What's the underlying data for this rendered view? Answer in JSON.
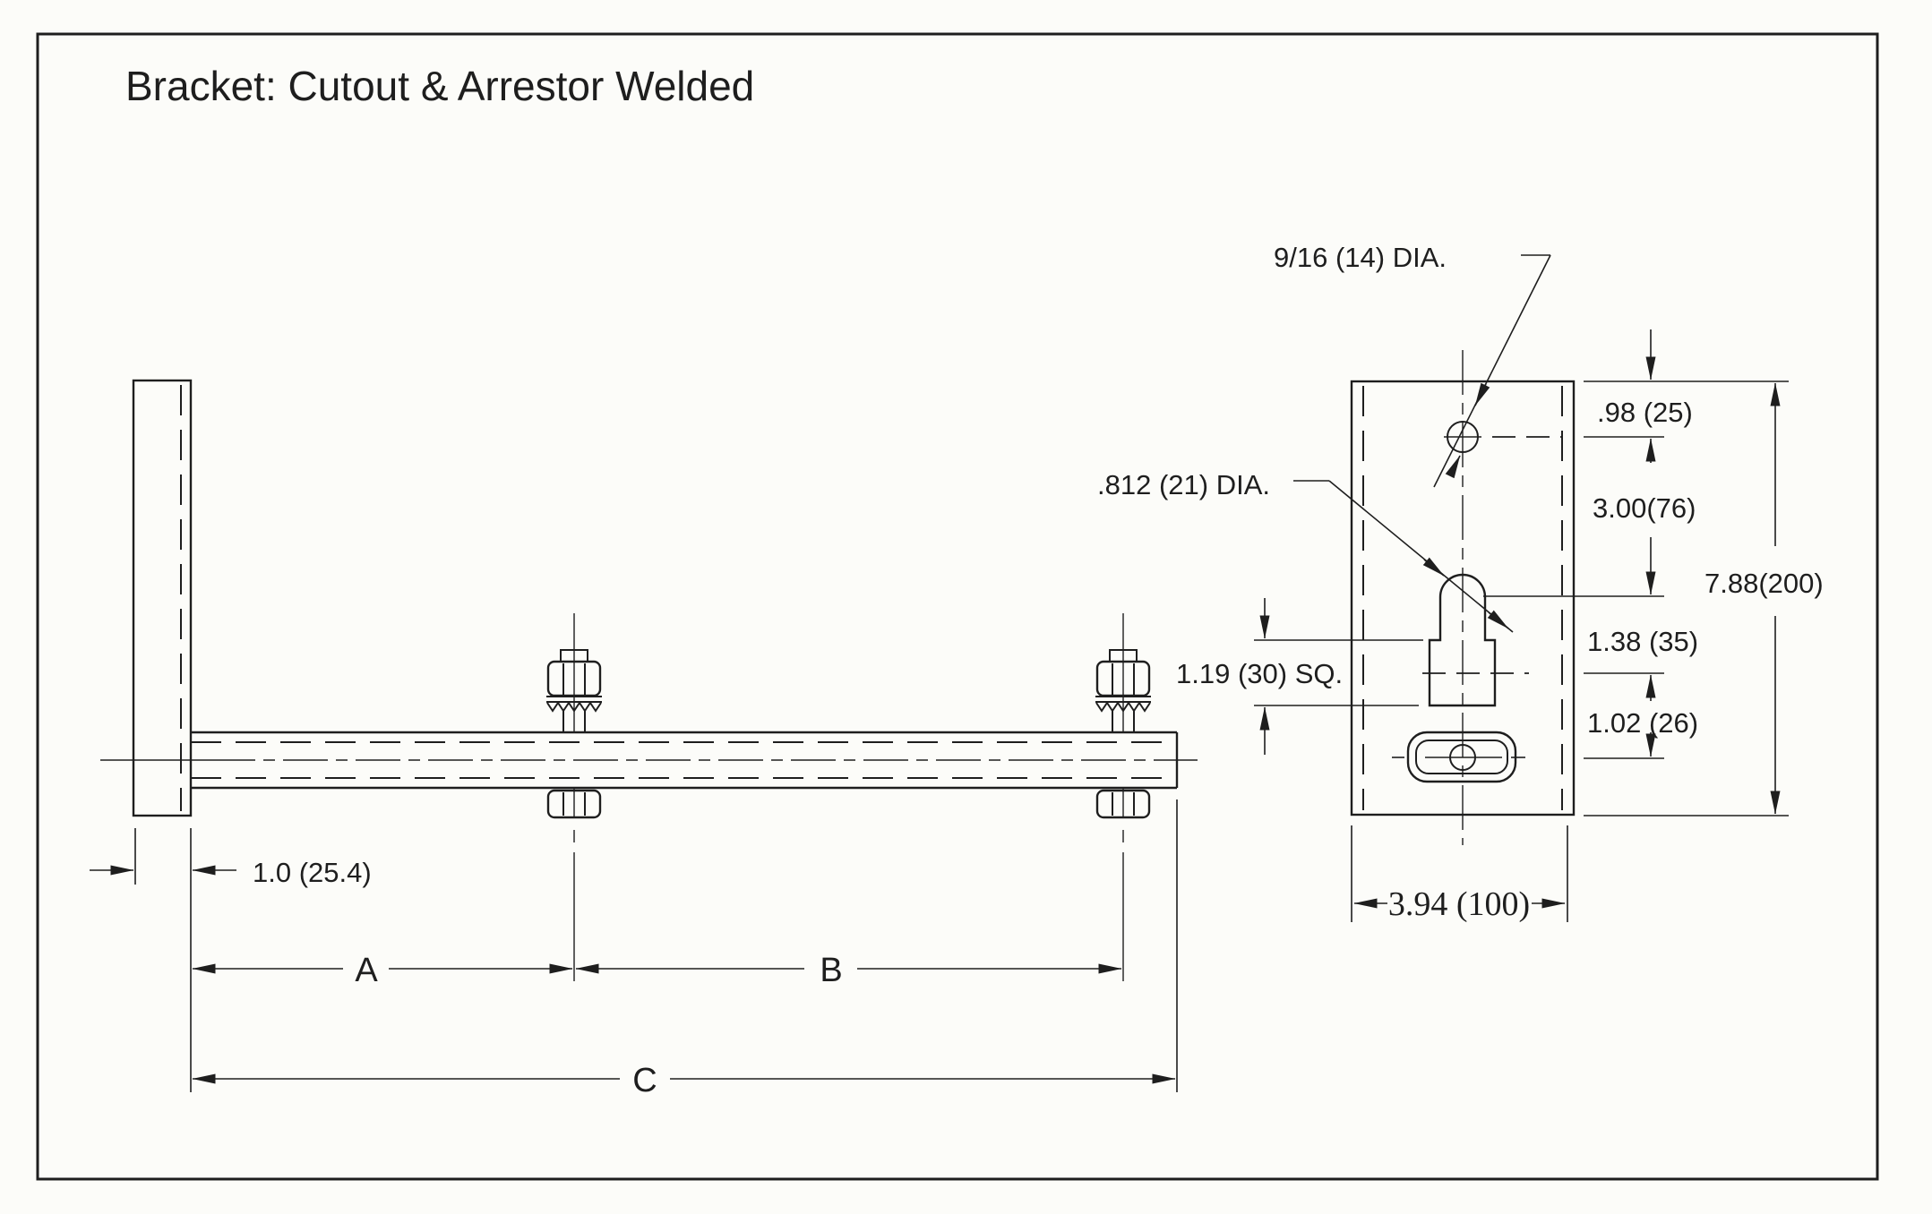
{
  "title": "Bracket: Cutout & Arrestor Welded",
  "colors": {
    "ink": "#1e1e1e",
    "paper": "#fcfcf9"
  },
  "side_view": {
    "labels": {
      "thickness": "1.0 (25.4)",
      "dim_a": "A",
      "dim_b": "B",
      "dim_c": "C"
    }
  },
  "front_view": {
    "labels": {
      "hole_dia": "9/16 (14) DIA.",
      "cutout_dia": ".812 (21) DIA.",
      "square": "1.19 (30) SQ.",
      "top_offset": ".98 (25)",
      "hole_spacing": "3.00(76)",
      "overall_height": "7.88(200)",
      "cutout_offset": "1.38 (35)",
      "slot_offset": "1.02 (26)",
      "width": "3.94 (100)"
    }
  }
}
